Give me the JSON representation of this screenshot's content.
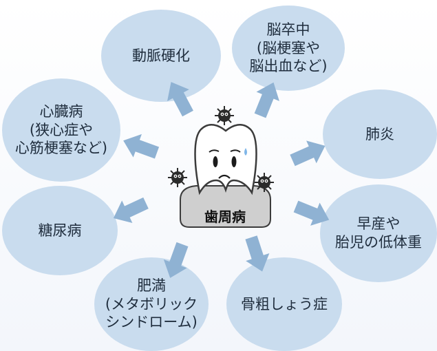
{
  "center": {
    "label": "歯周病"
  },
  "diseases": [
    {
      "id": "arteriosclerosis",
      "label": "動脈硬化"
    },
    {
      "id": "stroke",
      "label": "脳卒中\n(脳梗塞や\n脳出血など)"
    },
    {
      "id": "heart-disease",
      "label": "心臓病\n(狭心症や\n心筋梗塞など)"
    },
    {
      "id": "pneumonia",
      "label": "肺炎"
    },
    {
      "id": "diabetes",
      "label": "糖尿病"
    },
    {
      "id": "premature-birth",
      "label": "早産や\n胎児の低体重"
    },
    {
      "id": "obesity",
      "label": "肥満\n(メタボリック\nシンドローム)"
    },
    {
      "id": "osteoporosis",
      "label": "骨粗しょう症"
    }
  ],
  "colors": {
    "bubble": "#c9dcee",
    "arrow": "#8fb2d3",
    "tooth_outline": "#3b3b3b",
    "gum": "#c9c9c9"
  }
}
